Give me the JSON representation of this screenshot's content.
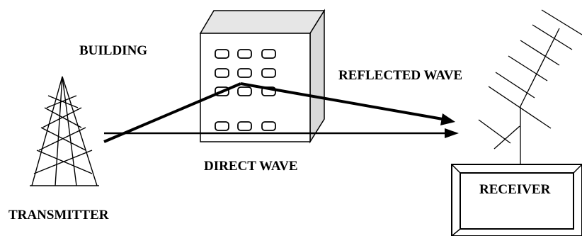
{
  "labels": {
    "building": "BUILDING",
    "reflected_wave": "REFLECTED WAVE",
    "direct_wave": "DIRECT WAVE",
    "transmitter": "TRANSMITTER",
    "receiver": "RECEIVER"
  },
  "colors": {
    "line": "#000000",
    "building_front": "#ffffff",
    "building_side": "#d9d9d9",
    "building_top": "#e6e6e6",
    "receiver_screen": "#ffffff",
    "background": "#ffffff"
  },
  "icons": {
    "transmitter": "transmission-tower-icon",
    "building": "office-building-icon",
    "antenna": "yagi-antenna-icon",
    "receiver": "tv-receiver-icon"
  }
}
